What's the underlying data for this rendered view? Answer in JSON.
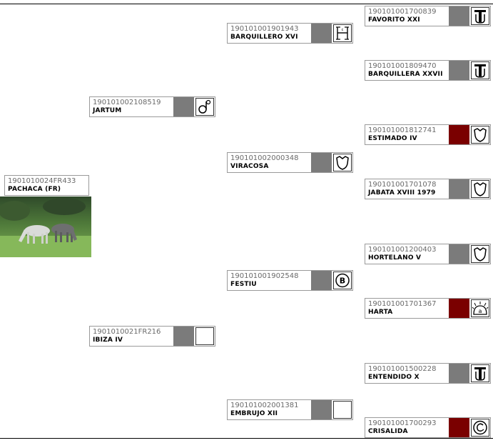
{
  "subject": {
    "code": "1901010024FR433",
    "name": "PACHACA (FR)"
  },
  "gen1": [
    {
      "code": "190101002108519",
      "name": "JARTUM",
      "brand": "dg-icon"
    },
    {
      "code": "1901010021FR216",
      "name": "IBIZA IV",
      "brand": "blank-icon"
    }
  ],
  "gen2": [
    {
      "code": "190101001901943",
      "name": "BARQUILLERO XVI",
      "brand": "h-bracket-icon"
    },
    {
      "code": "190101002000348",
      "name": "VIRACOSA",
      "brand": "shield-icon"
    },
    {
      "code": "190101001902548",
      "name": "FESTIU",
      "brand": "b-circle-icon"
    },
    {
      "code": "190101002001381",
      "name": "EMBRUJO XII",
      "brand": "blank-icon"
    }
  ],
  "gen3": [
    {
      "code": "190101001700839",
      "name": "FAVORITO XXI",
      "brand": "t-tower-icon",
      "marker": "gray"
    },
    {
      "code": "190101001809470",
      "name": "BARQUILLERA XXVII",
      "brand": "t-tower-icon",
      "marker": "gray"
    },
    {
      "code": "190101001812741",
      "name": "ESTIMADO IV",
      "brand": "shield-icon",
      "marker": "red"
    },
    {
      "code": "190101001701078",
      "name": "JABATA XVIII 1979",
      "brand": "shield-icon",
      "marker": "gray"
    },
    {
      "code": "190101001200403",
      "name": "HORTELANO V",
      "brand": "shield-icon",
      "marker": "gray"
    },
    {
      "code": "190101001701367",
      "name": "HARTA",
      "brand": "a-sun-icon",
      "marker": "red"
    },
    {
      "code": "190101001500228",
      "name": "ENTENDIDO X",
      "brand": "t-tower-icon",
      "marker": "gray"
    },
    {
      "code": "190101001700293",
      "name": "CRISALIDA",
      "brand": "c-circle-icon",
      "marker": "red"
    }
  ],
  "colors": {
    "gray_marker": "#7b7b7b",
    "red_marker": "#7a0000"
  }
}
